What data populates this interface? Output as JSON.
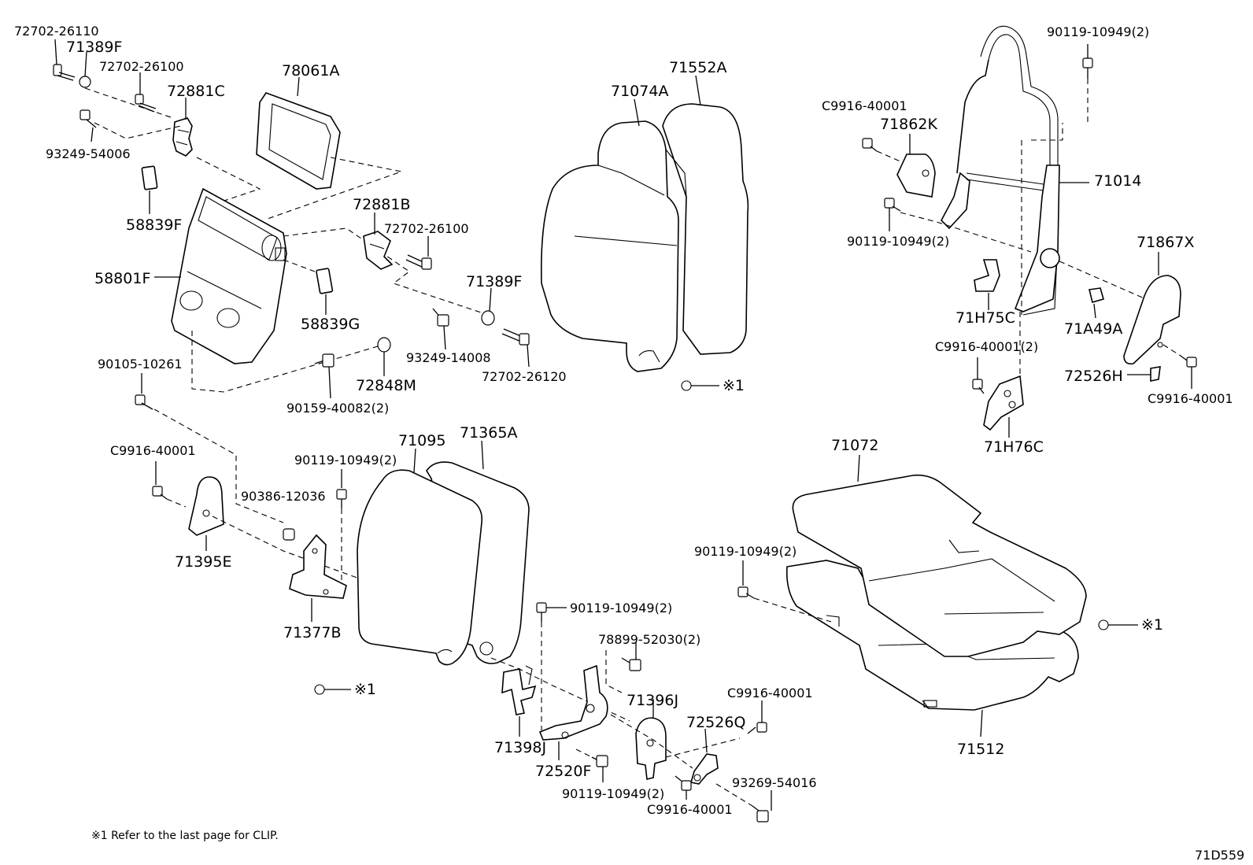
{
  "diagram": {
    "type": "exploded-parts-diagram",
    "labels": {
      "p72702_26110": "72702-26110",
      "p71389F_a": "71389F",
      "p72702_26100_a": "72702-26100",
      "p72881C": "72881C",
      "p93249_54006": "93249-54006",
      "p78061A": "78061A",
      "p58839F": "58839F",
      "p58801F": "58801F",
      "p58839G": "58839G",
      "p72881B": "72881B",
      "p72702_26100_b": "72702-26100",
      "p71389F_b": "71389F",
      "p93249_14008": "93249-14008",
      "p72702_26120": "72702-26120",
      "p72848M": "72848M",
      "p90159_40082": "90159-40082(2)",
      "p90105_10261": "90105-10261",
      "p71074A": "71074A",
      "p71552A": "71552A",
      "p90119_10949_top": "90119-10949(2)",
      "pC9916_40001_a": "C9916-40001",
      "p71862K": "71862K",
      "p71014": "71014",
      "p90119_10949_b": "90119-10949(2)",
      "p71867X": "71867X",
      "p71H75C": "71H75C",
      "p71A49A": "71A49A",
      "pC9916_40001_2": "C9916-40001(2)",
      "p72526H": "72526H",
      "pC9916_40001_b": "C9916-40001",
      "p71H76C": "71H76C",
      "pC9916_40001_c": "C9916-40001",
      "p90119_10949_c": "90119-10949(2)",
      "p71095": "71095",
      "p71365A": "71365A",
      "p90386_12036": "90386-12036",
      "p71395E": "71395E",
      "p71377B": "71377B",
      "p71072": "71072",
      "p90119_10949_d": "90119-10949(2)",
      "p90119_10949_e": "90119-10949(2)",
      "p78899_52030": "78899-52030(2)",
      "p71396J": "71396J",
      "pC9916_40001_d": "C9916-40001",
      "p72526Q": "72526Q",
      "p71398J": "71398J",
      "p72520F": "72520F",
      "p90119_10949_f": "90119-10949(2)",
      "pC9916_40001_e": "C9916-40001",
      "p93269_54016": "93269-54016",
      "p71512": "71512",
      "clip1": "※1",
      "clip2": "※1",
      "clip3": "※1"
    },
    "footnote": "※1  Refer to the last page for CLIP.",
    "code": "71D559"
  }
}
